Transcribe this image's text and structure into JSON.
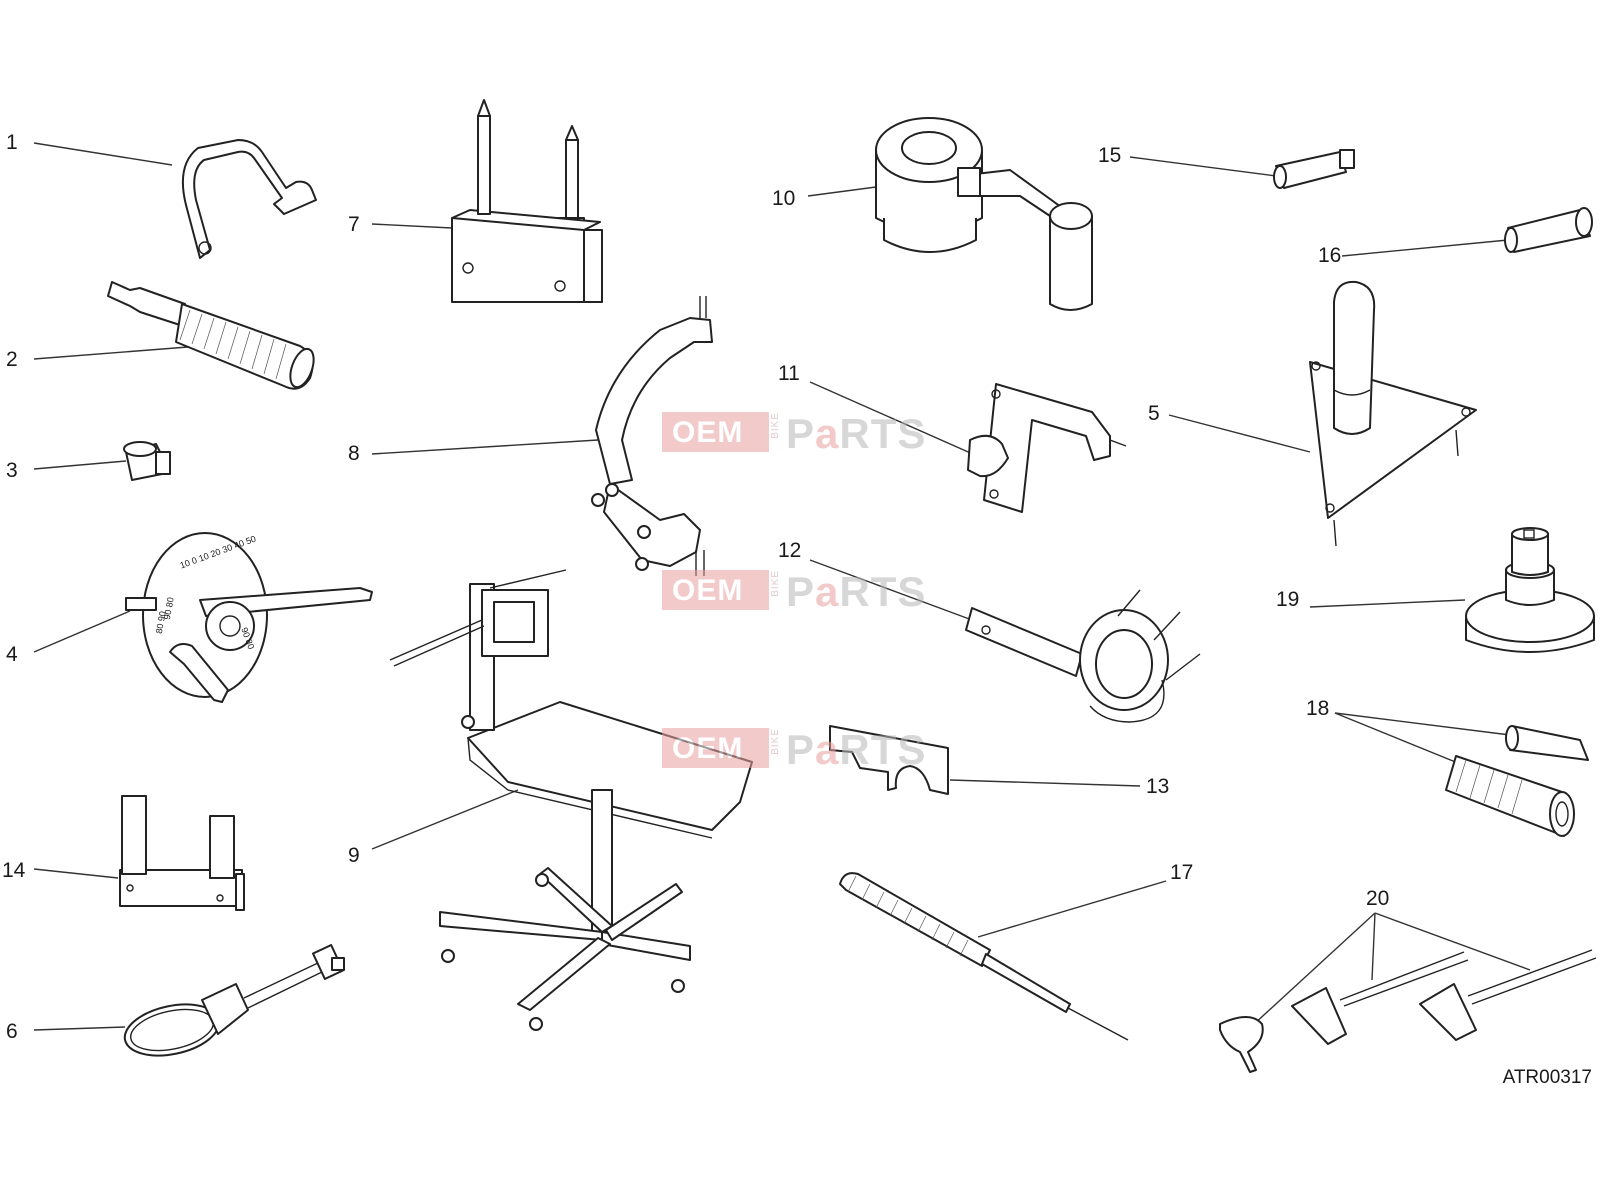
{
  "callouts": [
    {
      "label": "1"
    },
    {
      "label": "2"
    },
    {
      "label": "3"
    },
    {
      "label": "4"
    },
    {
      "label": "14"
    },
    {
      "label": "6"
    },
    {
      "label": "7"
    },
    {
      "label": "8"
    },
    {
      "label": "9"
    },
    {
      "label": "10"
    },
    {
      "label": "11"
    },
    {
      "label": "12"
    },
    {
      "label": "13"
    },
    {
      "label": "17"
    },
    {
      "label": "15"
    },
    {
      "label": "16"
    },
    {
      "label": "5"
    },
    {
      "label": "19"
    },
    {
      "label": "18"
    },
    {
      "label": "20"
    }
  ],
  "reference_code": "ATR00317",
  "watermark": {
    "oem": "OEM",
    "bike": "BIKE",
    "parts_prefix": "P",
    "parts_accent": "a",
    "parts_suffix": "RTS",
    "colors": {
      "accent": "#e8a0a0",
      "gray": "#b8b8b8"
    }
  },
  "protractor": {
    "scale_top": [
      "10",
      "0",
      "10",
      "20",
      "30",
      "40",
      "50"
    ],
    "scale_left": [
      "90",
      "80"
    ],
    "scale_left2": [
      "80",
      "90"
    ],
    "scale_right": [
      "90",
      "80"
    ]
  }
}
